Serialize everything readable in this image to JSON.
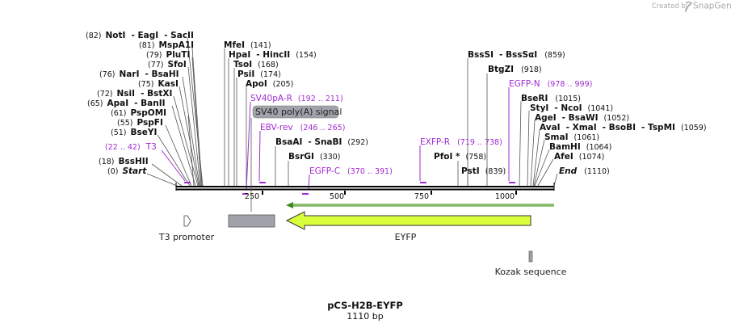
{
  "credit": {
    "prefix": "Created by",
    "brand": "SnapGene"
  },
  "map": {
    "name": "pCS-H2B-EYFP",
    "length_label": "1110 bp",
    "length_bp": 1110
  },
  "ruler": {
    "ticks": [
      "250",
      "500",
      "750",
      "1000"
    ]
  },
  "sites_left": [
    {
      "pos": "(82)",
      "names": [
        "NotI",
        "- EagI",
        "- SacII"
      ]
    },
    {
      "pos": "(81)",
      "names": [
        "MspA1I"
      ]
    },
    {
      "pos": "(79)",
      "names": [
        "PluTI"
      ]
    },
    {
      "pos": "(77)",
      "names": [
        "SfoI"
      ]
    },
    {
      "pos": "(76)",
      "names": [
        "NarI",
        "- BsaHI"
      ]
    },
    {
      "pos": "(75)",
      "names": [
        "KasI"
      ]
    },
    {
      "pos": "(72)",
      "names": [
        "NsiI",
        "- BstXI"
      ]
    },
    {
      "pos": "(65)",
      "names": [
        "ApaI",
        "- BanII"
      ]
    },
    {
      "pos": "(61)",
      "names": [
        "PspOMI"
      ]
    },
    {
      "pos": "(55)",
      "names": [
        "PspFI"
      ]
    },
    {
      "pos": "(51)",
      "names": [
        "BseYI"
      ]
    },
    {
      "pos": "(18)",
      "names": [
        "BssHII"
      ]
    },
    {
      "pos": "(0)",
      "names": [
        "Start"
      ]
    }
  ],
  "sites_mid": [
    {
      "names": [
        "MfeI"
      ],
      "pos": "(141)"
    },
    {
      "names": [
        "HpaI",
        "- HincII"
      ],
      "pos": "(154)"
    },
    {
      "names": [
        "TsoI"
      ],
      "pos": "(168)"
    },
    {
      "names": [
        "PsiI"
      ],
      "pos": "(174)"
    },
    {
      "names": [
        "ApoI"
      ],
      "pos": "(205)"
    },
    {
      "names": [
        "BsaAI",
        "- SnaBI"
      ],
      "pos": "(292)"
    },
    {
      "names": [
        "BsrGI"
      ],
      "pos": "(330)"
    },
    {
      "names": [
        "PfoI *"
      ],
      "pos": "(758)"
    },
    {
      "names": [
        "PstI"
      ],
      "pos": "(839)"
    }
  ],
  "sites_right": [
    {
      "names": [
        "BssSI",
        "- BssSαI"
      ],
      "pos": "(859)"
    },
    {
      "names": [
        "BtgZI"
      ],
      "pos": "(918)"
    },
    {
      "names": [
        "BseRI"
      ],
      "pos": "(1015)"
    },
    {
      "names": [
        "StyI",
        "- NcoI"
      ],
      "pos": "(1041)"
    },
    {
      "names": [
        "AgeI",
        "- BsaWI"
      ],
      "pos": "(1052)"
    },
    {
      "names": [
        "AvaI",
        "- XmaI",
        "- BsoBI",
        "- TspMI"
      ],
      "pos": "(1059)"
    },
    {
      "names": [
        "SmaI"
      ],
      "pos": "(1061)"
    },
    {
      "names": [
        "BamHI"
      ],
      "pos": "(1064)"
    },
    {
      "names": [
        "AfeI"
      ],
      "pos": "(1074)"
    },
    {
      "names": [
        "End"
      ],
      "pos": "(1110)"
    }
  ],
  "primers": [
    {
      "name": "T3",
      "range": "(22 .. 42)"
    },
    {
      "name": "SV40pA-R",
      "range": "(192 .. 211)"
    },
    {
      "name": "EBV-rev",
      "range": "(246 .. 265)"
    },
    {
      "name": "EGFP-C",
      "range": "(370 .. 391)"
    },
    {
      "name": "EXFP-R",
      "range": "(719 .. 738)"
    },
    {
      "name": "EGFP-N",
      "range": "(978 .. 999)"
    }
  ],
  "features": {
    "t3_promoter": "T3 promoter",
    "sv40_polya": "SV40 poly(A) signal",
    "eyfp": "EYFP",
    "kozak": "Kozak sequence"
  },
  "colors": {
    "primer": "#a02bd0",
    "eyfp_fill": "#d9ff3b",
    "eyfp_stroke": "#333333",
    "polya_fill": "#a0a4aa",
    "orf_line": "#3d8b1e",
    "backbone": "#000000"
  }
}
